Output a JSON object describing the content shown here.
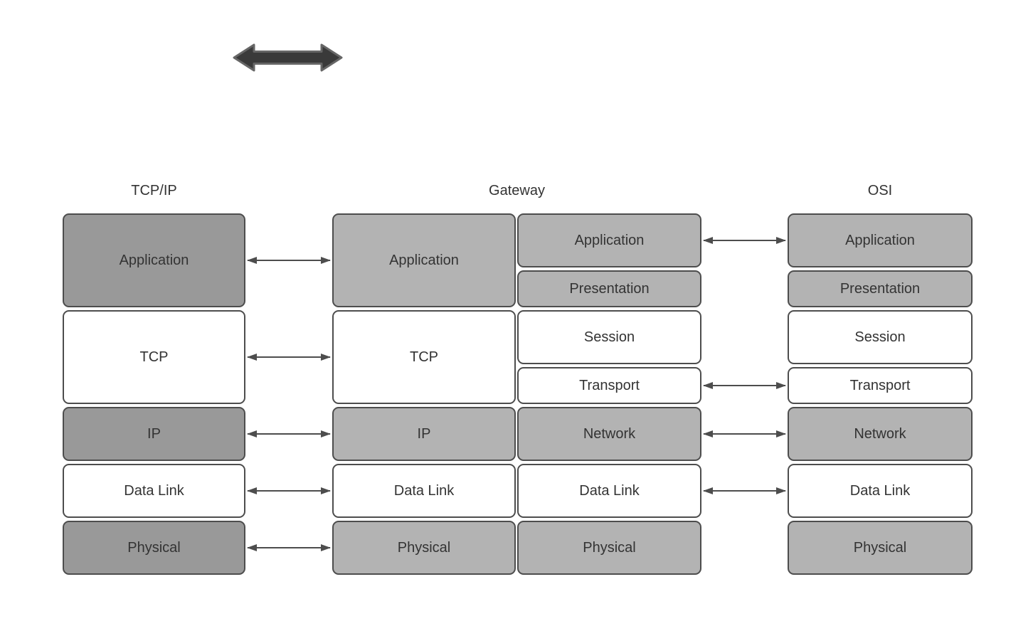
{
  "canvas": {
    "background": "#ffffff"
  },
  "decor": {
    "double_arrow_icon": "horizontal-double-arrow"
  },
  "columns": {
    "tcpip": {
      "title": "TCP/IP",
      "rows": [
        {
          "label": "Application",
          "shade": "dark-gray"
        },
        {
          "label": "TCP",
          "shade": "white"
        },
        {
          "label": "IP",
          "shade": "dark-gray"
        },
        {
          "label": "Data Link",
          "shade": "white"
        },
        {
          "label": "Physical",
          "shade": "dark-gray"
        }
      ]
    },
    "gateway": {
      "title": "Gateway",
      "left_rows": [
        {
          "label": "Application",
          "shade": "light-gray"
        },
        {
          "label": "TCP",
          "shade": "white"
        },
        {
          "label": "IP",
          "shade": "light-gray"
        },
        {
          "label": "Data Link",
          "shade": "white"
        },
        {
          "label": "Physical",
          "shade": "light-gray"
        }
      ],
      "right_rows": [
        {
          "label": "Application",
          "shade": "light-gray"
        },
        {
          "label": "Presentation",
          "shade": "light-gray"
        },
        {
          "label": "Session",
          "shade": "white"
        },
        {
          "label": "Transport",
          "shade": "white"
        },
        {
          "label": "Network",
          "shade": "light-gray"
        },
        {
          "label": "Data Link",
          "shade": "white"
        },
        {
          "label": "Physical",
          "shade": "light-gray"
        }
      ]
    },
    "osi": {
      "title": "OSI",
      "rows": [
        {
          "label": "Application",
          "shade": "light-gray"
        },
        {
          "label": "Presentation",
          "shade": "light-gray"
        },
        {
          "label": "Session",
          "shade": "white"
        },
        {
          "label": "Transport",
          "shade": "white"
        },
        {
          "label": "Network",
          "shade": "light-gray"
        },
        {
          "label": "Data Link",
          "shade": "white"
        },
        {
          "label": "Physical",
          "shade": "light-gray"
        }
      ]
    }
  },
  "connections": {
    "tcpip_to_gateway": [
      "Application",
      "TCP",
      "IP",
      "Data Link",
      "Physical"
    ],
    "gateway_to_osi": [
      "Application",
      "Transport",
      "Network",
      "Data Link"
    ]
  },
  "colors": {
    "dark_gray_fill": "#999999",
    "light_gray_fill": "#b3b3b3",
    "white_fill": "#ffffff",
    "border": "#4d4d4d",
    "text": "#333333",
    "arrow": "#4d4d4d",
    "thick_arrow_fill": "#3a3a3a",
    "thick_arrow_stroke": "#666666"
  }
}
